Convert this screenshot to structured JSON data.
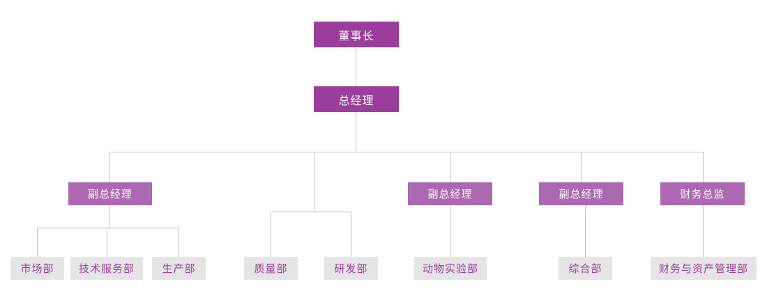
{
  "chart": {
    "type": "org-chart",
    "title": "",
    "background_color": "#FFFFFF",
    "connector_color": "#B5C4CE",
    "levels": [
      {
        "level": 1,
        "box_color": "#9B3E9B",
        "text_color": "#FFFFFF",
        "nodes": [
          {
            "id": "chairman",
            "label": "董事长"
          },
          {
            "id": "general-manager",
            "label": "总经理"
          }
        ]
      },
      {
        "level": 2,
        "box_color": "#AC68B0",
        "text_color": "#FFFFFF",
        "nodes": [
          {
            "id": "deputy-gm-1",
            "label": "副总经理"
          },
          {
            "id": "deputy-gm-2",
            "label": "副总经理"
          },
          {
            "id": "deputy-gm-3",
            "label": "副总经理"
          },
          {
            "id": "cfo",
            "label": "财务总监"
          }
        ]
      },
      {
        "level": 3,
        "box_color": "#E5E5E5",
        "text_color": "#9B3E9B",
        "nodes": [
          {
            "id": "marketing-dept",
            "label": "市场部"
          },
          {
            "id": "tech-service-dept",
            "label": "技术服务部"
          },
          {
            "id": "production-dept",
            "label": "生产部"
          },
          {
            "id": "quality-dept",
            "label": "质量部"
          },
          {
            "id": "rnd-dept",
            "label": "研发部"
          },
          {
            "id": "animal-lab-dept",
            "label": "动物实验部"
          },
          {
            "id": "general-affairs-dept",
            "label": "综合部"
          },
          {
            "id": "finance-asset-dept",
            "label": "财务与资产管理部"
          }
        ]
      }
    ]
  }
}
